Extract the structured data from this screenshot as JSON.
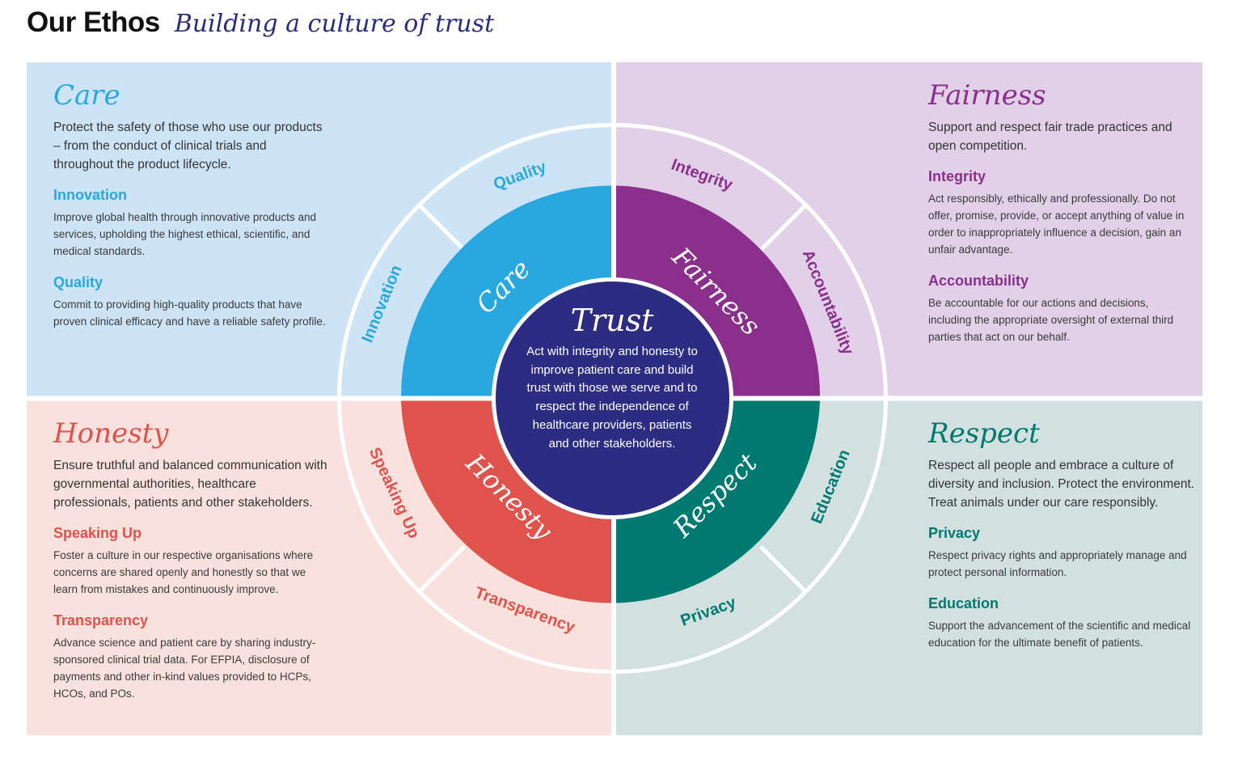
{
  "header": {
    "title": "Our Ethos",
    "subtitle": "Building a culture of trust"
  },
  "colors": {
    "care": "#29a8e0",
    "fairness": "#8a2f8b",
    "honesty": "#e0524c",
    "respect": "#007a70",
    "trust": "#2c2d82",
    "care_bg": "#cde3f6",
    "fairness_bg": "#e1d0e7",
    "honesty_bg": "#f9e1dd",
    "respect_bg": "#d3e0e0"
  },
  "center": {
    "title": "Trust",
    "description": "Act with integrity and honesty to improve patient care and build trust with those we serve and to respect the independence of healthcare providers, patients and other stakeholders."
  },
  "values": {
    "care": {
      "title": "Care",
      "intro": "Protect the safety of those who use our products – from the conduct of clinical trials and throughout the product lifecycle.",
      "principles": [
        {
          "name": "Innovation",
          "text": "Improve global health through innovative products and services, upholding the highest ethical, scientific, and medical standards."
        },
        {
          "name": "Quality",
          "text": "Commit to providing high-quality products that have proven clinical efficacy and have a reliable safety profile."
        }
      ]
    },
    "fairness": {
      "title": "Fairness",
      "intro": "Support and respect fair trade practices and open competition.",
      "principles": [
        {
          "name": "Integrity",
          "text": "Act responsibly, ethically and professionally. Do not offer, promise, provide, or accept anything of value in order to inappropriately influence a decision, gain an unfair advantage."
        },
        {
          "name": "Accountability",
          "text": "Be accountable for our actions and decisions, including the appropriate oversight of external third parties that act on our behalf."
        }
      ]
    },
    "honesty": {
      "title": "Honesty",
      "intro": "Ensure truthful and balanced communication with governmental authorities, healthcare professionals, patients and other stakeholders.",
      "principles": [
        {
          "name": "Speaking Up",
          "text": "Foster a culture in our respective organisations where concerns are shared openly and honestly so that we learn from mistakes and continuously improve."
        },
        {
          "name": "Transparency",
          "text": "Advance science and patient care by sharing industry-sponsored clinical trial data. For EFPIA, disclosure of payments and other in-kind values provided to HCPs, HCOs, and POs."
        }
      ]
    },
    "respect": {
      "title": "Respect",
      "intro": "Respect all people and embrace a culture of diversity and inclusion. Protect the environment. Treat animals under our care responsibly.",
      "principles": [
        {
          "name": "Privacy",
          "text": "Respect privacy rights and appropriately manage and protect personal information."
        },
        {
          "name": "Education",
          "text": "Support the advancement of the scientific and medical education for the ultimate benefit of patients."
        }
      ]
    }
  }
}
